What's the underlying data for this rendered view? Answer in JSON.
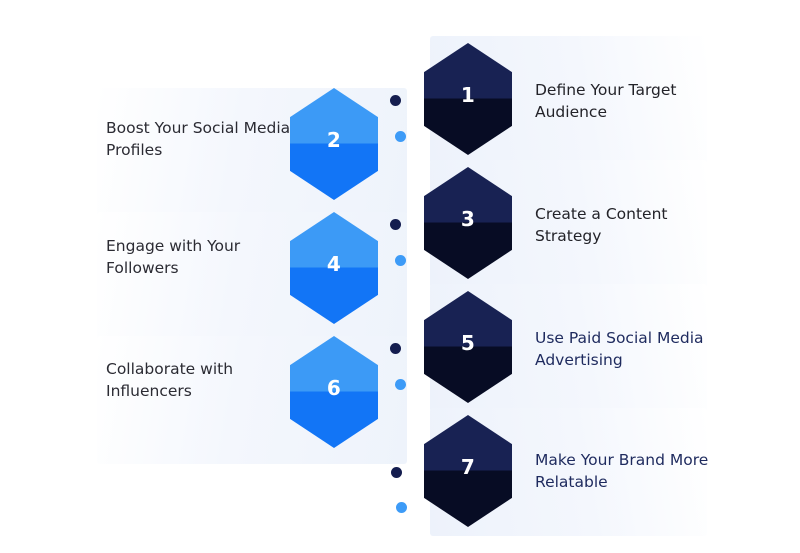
{
  "diagram": {
    "title_text_color": "#232329",
    "accent_navy": "#1e2a5e",
    "hex_dark_top": "#182253",
    "hex_dark_bottom": "#070c24",
    "hex_blue_top": "#3c9af6",
    "hex_blue_bottom": "#1275f6",
    "dot_dark_color": "#141d4f",
    "dot_light_color": "#3d9bf7"
  },
  "steps_right": [
    {
      "number": "1",
      "label": "Define Your Target Audience"
    },
    {
      "number": "3",
      "label": "Create a Content Strategy"
    },
    {
      "number": "5",
      "label": "Use Paid Social Media Advertising"
    },
    {
      "number": "7",
      "label": "Make Your Brand More Relatable"
    }
  ],
  "steps_left": [
    {
      "number": "2",
      "label": "Boost Your Social Media Profiles"
    },
    {
      "number": "4",
      "label": "Engage with Your Followers"
    },
    {
      "number": "6",
      "label": "Collaborate with Influencers"
    }
  ]
}
